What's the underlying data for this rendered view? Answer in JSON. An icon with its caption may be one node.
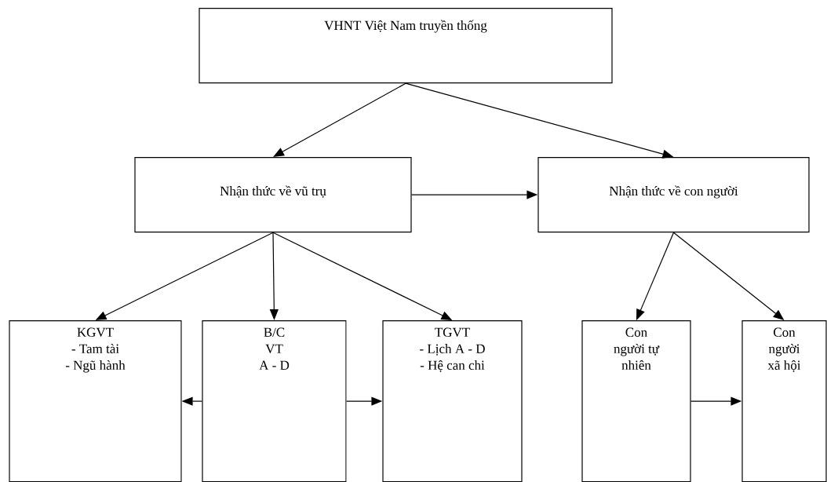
{
  "diagram": {
    "nodes": [
      {
        "text": [
          "VHNT Việt Nam truyền thống"
        ]
      },
      {
        "text": [
          "Nhận thức về vũ trụ"
        ]
      },
      {
        "text": [
          "Nhận thức về con người"
        ]
      },
      {
        "text": [
          "KGVT",
          "- Tam tài",
          "- Ngũ hành"
        ]
      },
      {
        "text": [
          "B/C",
          "VT",
          "A - D"
        ]
      },
      {
        "text": [
          "TGVT",
          "- Lịch A - D",
          "- Hệ can chi"
        ]
      },
      {
        "text": [
          "Con người tự nhiên"
        ]
      },
      {
        "text": [
          "Con người xã hội"
        ]
      }
    ],
    "edges": [
      {
        "from": 0,
        "to": 1,
        "arrow": "to"
      },
      {
        "from": 0,
        "to": 2,
        "arrow": "to"
      },
      {
        "from": 1,
        "to": 2,
        "arrow": "to"
      },
      {
        "from": 1,
        "to": 3,
        "arrow": "to"
      },
      {
        "from": 1,
        "to": 4,
        "arrow": "to"
      },
      {
        "from": 1,
        "to": 5,
        "arrow": "to"
      },
      {
        "from": 4,
        "to": 3,
        "arrow": "to"
      },
      {
        "from": 4,
        "to": 5,
        "arrow": "to"
      },
      {
        "from": 2,
        "to": 6,
        "arrow": "to"
      },
      {
        "from": 2,
        "to": 7,
        "arrow": "to"
      },
      {
        "from": 6,
        "to": 7,
        "arrow": "to"
      }
    ]
  }
}
